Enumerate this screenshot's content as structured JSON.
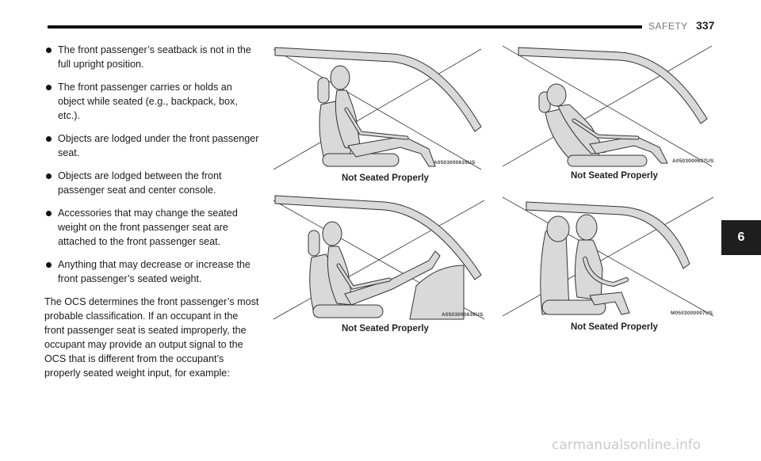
{
  "header": {
    "section": "SAFETY",
    "page_number": "337"
  },
  "bullets": [
    "The front passenger’s seatback is not in the full upright position.",
    "The front passenger carries or holds an object while seated (e.g., backpack, box, etc.).",
    "Objects are lodged under the front passenger seat.",
    "Objects are lodged between the front passenger seat and center console.",
    "Accessories that may change the seated weight on the front passenger seat are attached to the front passenger seat.",
    "Anything that may decrease or increase the front passenger’s seated weight."
  ],
  "paragraph": "The OCS determines the front passenger’s most probable classification. If an occupant in the front passenger seat is seated improperly, the occupant may provide an output signal to the OCS that is different from the occupant’s properly seated weight input, for example:",
  "figures": [
    {
      "code": "A0503000635US",
      "caption": "Not Seated Properly"
    },
    {
      "code": "A0503000637US",
      "caption": "Not Seated Properly"
    },
    {
      "code": "A0503000636US",
      "caption": "Not Seated Properly"
    },
    {
      "code": "M0503000007US",
      "caption": "Not Seated Properly"
    }
  ],
  "chapter_tab": "6",
  "watermark": "carmanualsonline.info",
  "colors": {
    "figure_fill": "#d9d9d9",
    "figure_stroke": "#333333",
    "tab_bg": "#1e1e1e"
  }
}
